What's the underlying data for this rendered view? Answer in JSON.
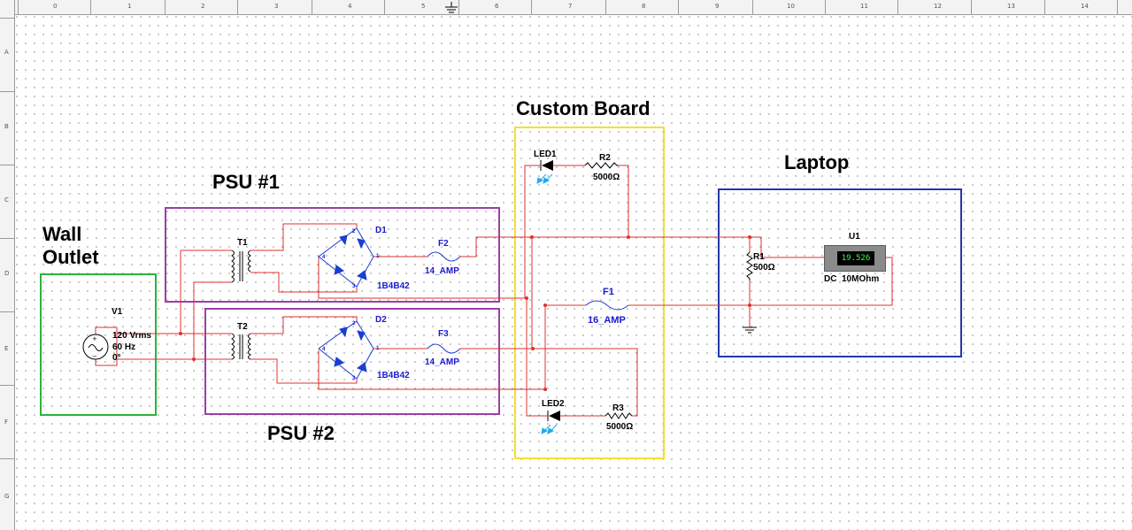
{
  "rulers": {
    "columns": [
      "0",
      "1",
      "2",
      "3",
      "4",
      "5",
      "6",
      "7",
      "8",
      "9",
      "10",
      "11",
      "12",
      "13",
      "14"
    ],
    "rows": [
      "A",
      "B",
      "C",
      "D",
      "E",
      "F",
      "G"
    ]
  },
  "groups": {
    "wall_outlet": {
      "title": "Wall\nOutlet",
      "color": "#2db33a"
    },
    "psu1": {
      "title": "PSU #1",
      "color": "#9b3fa6"
    },
    "psu2": {
      "title": "PSU #2",
      "color": "#9b3fa6"
    },
    "custom_board": {
      "title": "Custom Board",
      "color": "#f2e12a"
    },
    "laptop": {
      "title": "Laptop",
      "color": "#2436a8"
    }
  },
  "components": {
    "v1": {
      "ref": "V1",
      "voltage": "120 Vrms",
      "frequency": "60 Hz",
      "phase": "0°"
    },
    "t1": {
      "ref": "T1"
    },
    "t2": {
      "ref": "T2"
    },
    "d1": {
      "ref": "D1",
      "part": "1B4B42"
    },
    "d2": {
      "ref": "D2",
      "part": "1B4B42"
    },
    "f1": {
      "ref": "F1",
      "rating": "16_AMP"
    },
    "f2": {
      "ref": "F2",
      "rating": "14_AMP"
    },
    "f3": {
      "ref": "F3",
      "rating": "14_AMP"
    },
    "led1": {
      "ref": "LED1"
    },
    "led2": {
      "ref": "LED2"
    },
    "r1": {
      "ref": "R1",
      "value": "500Ω"
    },
    "r2": {
      "ref": "R2",
      "value": "5000Ω"
    },
    "r3": {
      "ref": "R3",
      "value": "5000Ω"
    },
    "u1": {
      "ref": "U1",
      "reading": "19.526",
      "mode": "DC  10MOhm"
    }
  },
  "pin_numbers": {
    "d1": [
      "2",
      "1",
      "4",
      "3"
    ],
    "d2": [
      "2",
      "1",
      "4",
      "3"
    ]
  },
  "colors": {
    "wire": "#e03030",
    "diode": "#1a3fd0",
    "led_rays": "#22aaee",
    "meter_text": "#3dff3d"
  }
}
